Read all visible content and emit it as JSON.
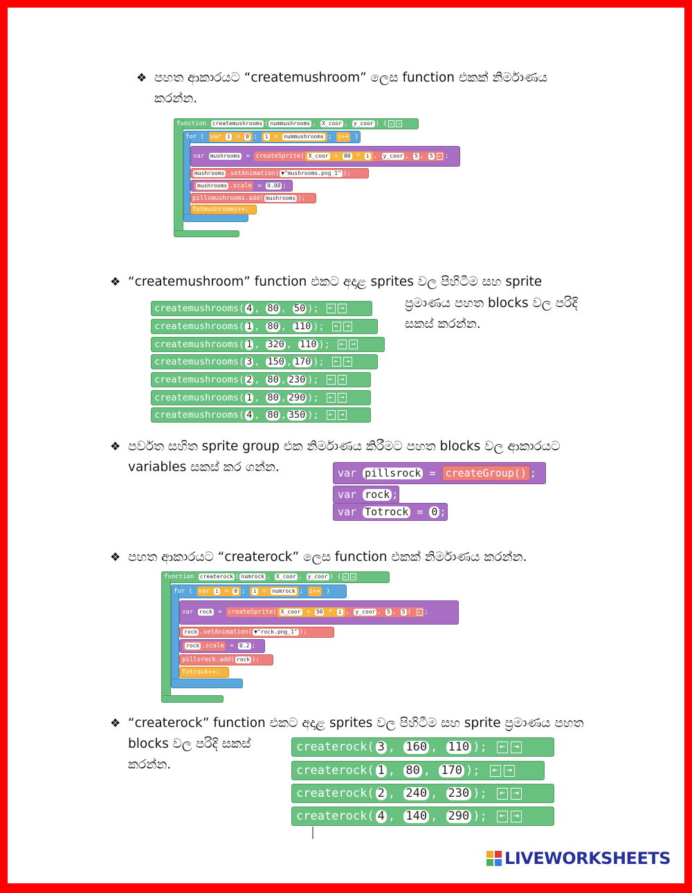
{
  "instructions": {
    "i1_line1": "පහත ආකාරයට “createmushroom” ලෙස function එකක් නිර්මාණය",
    "i1_line2": "කරන්න.",
    "i2_line1": "“createmushroom” function එකට අදාළ sprites වල පිහිටීම සහ sprite",
    "i2_line2": "ප්‍රමාණය පහත blocks වල පරිදි",
    "i2_line3": "සකස් කරන්න.",
    "i3_line1": "පර්වත සහිත sprite group එක නිර්මාණය කිරීමට පහත blocks වල ආකාරයට",
    "i3_line2": "variables සකස් කර ගන්න.",
    "i4_line1": "පහත ආකාරයට “createrock” ලෙස function එකක් නිර්මාණය කරන්න.",
    "i5_line1": "“createrock” function එකට අදාළ sprites වල පිහිටීම සහ sprite ප්‍රමාණය පහත",
    "i5_line2": "blocks වල පරිදි සකස්",
    "i5_line3": "කරන්න."
  },
  "bullet": "❖",
  "mushroom_func": {
    "header": "function",
    "name": "createmushrooms",
    "params": [
      "nummushrooms",
      "X_coor",
      "y_coor"
    ],
    "for_kw": "for (",
    "var_kw": "var",
    "loop_var": "i",
    "eq": "=",
    "zero": "0",
    "lt": "<",
    "limit": "nummushrooms",
    "inc": "i++",
    "close": ")",
    "sprite_var": "mushrooms",
    "create_sprite": "createSprite",
    "x_param": "X_coor",
    "plus": "+",
    "step": "80",
    "times": "*",
    "y_param": "y_coor",
    "w": "5",
    "h": "5",
    "set_anim_obj": "mushrooms",
    "set_anim": ".setAnimation(",
    "anim_name": "▼\"mushrooms.png_1\"",
    "scale_obj": "mushrooms",
    "scale_prop": ".scale",
    "scale_val": "0.08",
    "group_obj": "pillsmushrooms",
    "add_call": ".add(",
    "add_arg": "mushrooms",
    "counter": "Totmushrooms",
    "counter_op": "++;"
  },
  "mushroom_calls": [
    {
      "name": "createmushrooms",
      "a": "4",
      "b": "80",
      "c": "50"
    },
    {
      "name": "createmushrooms",
      "a": "1",
      "b": "80",
      "c": "110"
    },
    {
      "name": "createmushrooms",
      "a": "1",
      "b": "320",
      "c": "110"
    },
    {
      "name": "createmushrooms",
      "a": "3",
      "b": "150",
      "c": "170"
    },
    {
      "name": "createmushrooms",
      "a": "2",
      "b": "80",
      "c": "230"
    },
    {
      "name": "createmushrooms",
      "a": "1",
      "b": "80",
      "c": "290"
    },
    {
      "name": "createmushrooms",
      "a": "4",
      "b": "80",
      "c": "350"
    }
  ],
  "variables": {
    "var_kw": "var",
    "v1": "pillsrock",
    "eq": "=",
    "group_call": "createGroup()",
    "v2": "rock",
    "v3": "Totrock",
    "zero": "0",
    "semi": ";"
  },
  "rock_func": {
    "header": "function",
    "name": "createrock",
    "params": [
      "numrock",
      "X_coor",
      "y_coor"
    ],
    "for_kw": "for (",
    "var_kw": "var",
    "loop_var": "i",
    "eq": "=",
    "zero": "0",
    "lt": "<",
    "limit": "numrock",
    "inc": "i++",
    "close": ")",
    "sprite_var": "rock",
    "create_sprite": "createSprite",
    "x_param": "X_coor",
    "plus": "+",
    "step": "50",
    "times": "*",
    "y_param": "y_coor",
    "w": "5",
    "h": "5",
    "set_anim_obj": "rock",
    "set_anim": ".setAnimation(",
    "anim_name": "▼\"rock.png_1\"",
    "scale_obj": "rock",
    "scale_prop": ".scale",
    "scale_val": "0.2",
    "group_obj": "pillsrock",
    "add_call": ".add(",
    "add_arg": "rock",
    "counter": "Totrock",
    "counter_op": "++;"
  },
  "rock_calls": [
    {
      "name": "createrock",
      "a": "3",
      "b": "160",
      "c": "110"
    },
    {
      "name": "createrock",
      "a": "1",
      "b": "80",
      "c": "170"
    },
    {
      "name": "createrock",
      "a": "2",
      "b": "240",
      "c": "230"
    },
    {
      "name": "createrock",
      "a": "4",
      "b": "140",
      "c": "290"
    }
  ],
  "logo": "LIVEWORKSHEETS"
}
